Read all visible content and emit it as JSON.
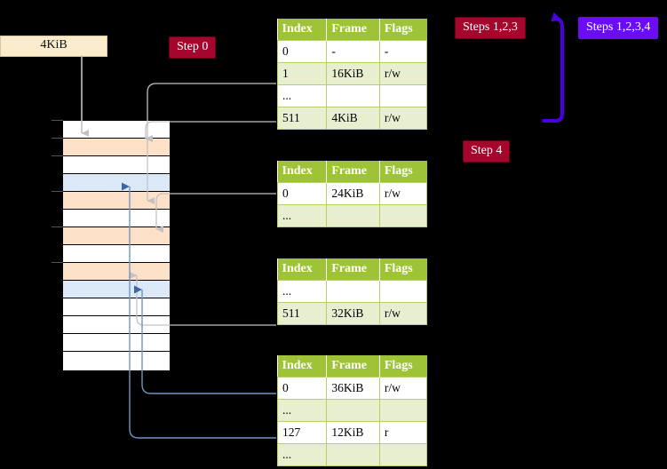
{
  "diagram": {
    "title": "Multi-level page table walk",
    "colors": {
      "header_green": "#9ec336",
      "row_alt": "#e8efd0",
      "highlight": "#fcf7a8",
      "badge_red": "#a4062c",
      "badge_purple": "#6a0cf5",
      "mem_peach": "#fde0c8",
      "mem_blue": "#dbe8f7",
      "kib_box": "#faeccd",
      "gray_wire": "#b0b0b0",
      "blue_wire": "#7094c0",
      "background": "#000000"
    }
  },
  "badges": {
    "step0": "Step 0",
    "step4": "Step 4",
    "steps123": "Steps 1,2,3",
    "steps1234": "Steps 1,2,3,4"
  },
  "memory": {
    "frame_label": "4KiB",
    "rows": [
      {
        "fill": "white"
      },
      {
        "fill": "peach"
      },
      {
        "fill": "white"
      },
      {
        "fill": "blue"
      },
      {
        "fill": "peach"
      },
      {
        "fill": "white"
      },
      {
        "fill": "peach"
      },
      {
        "fill": "white"
      },
      {
        "fill": "peach"
      },
      {
        "fill": "blue"
      },
      {
        "fill": "white"
      },
      {
        "fill": "white"
      },
      {
        "fill": "white"
      },
      {
        "fill": "white"
      }
    ]
  },
  "tables": [
    {
      "id": "pml4",
      "headers": [
        "Index",
        "Frame",
        "Flags"
      ],
      "rows": [
        {
          "style": "plain",
          "cells": [
            "0",
            "-",
            "-"
          ]
        },
        {
          "style": "alt",
          "cells": [
            "1",
            "16KiB",
            "r/w"
          ]
        },
        {
          "style": "plain",
          "cells": [
            "...",
            "",
            ""
          ]
        },
        {
          "style": "alt",
          "highlight": true,
          "cells": [
            "511",
            "4KiB",
            "r/w"
          ]
        }
      ]
    },
    {
      "id": "pdpt",
      "headers": [
        "Index",
        "Frame",
        "Flags"
      ],
      "rows": [
        {
          "style": "plain",
          "cells": [
            "0",
            "24KiB",
            "r/w"
          ]
        },
        {
          "style": "alt",
          "cells": [
            "...",
            "",
            ""
          ]
        }
      ]
    },
    {
      "id": "pd",
      "headers": [
        "Index",
        "Frame",
        "Flags"
      ],
      "rows": [
        {
          "style": "plain",
          "cells": [
            "...",
            "",
            ""
          ]
        },
        {
          "style": "alt",
          "cells": [
            "511",
            "32KiB",
            "r/w"
          ]
        }
      ]
    },
    {
      "id": "pt",
      "headers": [
        "Index",
        "Frame",
        "Flags"
      ],
      "rows": [
        {
          "style": "plain",
          "cells": [
            "0",
            "36KiB",
            "r/w"
          ]
        },
        {
          "style": "alt",
          "cells": [
            "...",
            "",
            ""
          ]
        },
        {
          "style": "plain",
          "cells": [
            "127",
            "12KiB",
            "r"
          ]
        },
        {
          "style": "alt",
          "cells": [
            "...",
            "",
            ""
          ]
        }
      ]
    }
  ]
}
